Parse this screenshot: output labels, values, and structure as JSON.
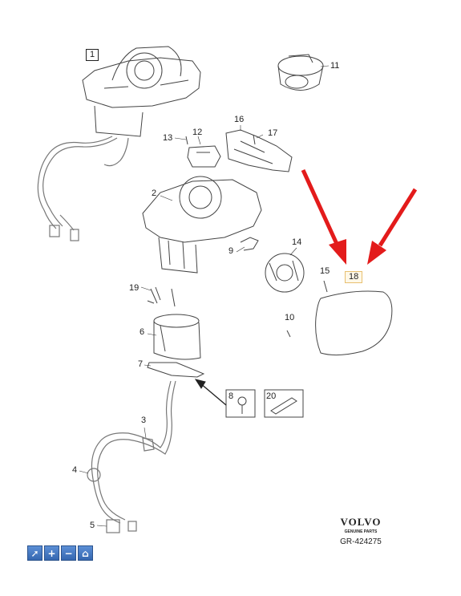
{
  "callouts": {
    "c1": "1",
    "c2": "2",
    "c3": "3",
    "c4": "4",
    "c5": "5",
    "c6": "6",
    "c7": "7",
    "c8": "8",
    "c9": "9",
    "c10": "10",
    "c11": "11",
    "c12": "12",
    "c13": "13",
    "c14": "14",
    "c15": "15",
    "c16": "16",
    "c17": "17",
    "c18": "18",
    "c19": "19",
    "c20": "20"
  },
  "brand": {
    "logo": "VOLVO",
    "subtitle": "GENUINE PARTS",
    "reference": "GR-424275"
  },
  "toolbar": {
    "buttons": [
      {
        "icon": "pointer-icon",
        "glyph": "➚"
      },
      {
        "icon": "zoom-in-icon",
        "glyph": "+"
      },
      {
        "icon": "zoom-out-icon",
        "glyph": "−"
      },
      {
        "icon": "home-icon",
        "glyph": "⌂"
      }
    ]
  },
  "colors": {
    "arrow": "#e31b1b",
    "line": "#333333",
    "highlight": "#e8c070"
  }
}
